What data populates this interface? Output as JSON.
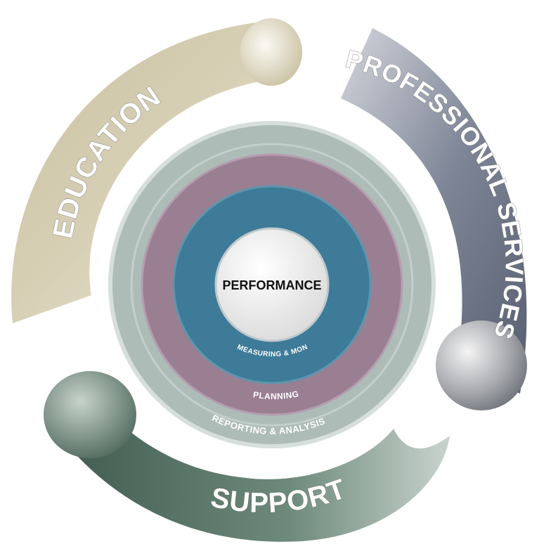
{
  "diagram": {
    "arcs": {
      "education": {
        "label": "EDUCATION",
        "color": "#cdc4a6"
      },
      "professional_services": {
        "label": "PROFESSIONAL SERVICES",
        "color": "#6f7788"
      },
      "support": {
        "label": "SUPPORT",
        "color": "#4f6b5c"
      }
    },
    "rings": {
      "outer": {
        "label": "REPORTING & ANALYSIS",
        "color": "#a8b8b4"
      },
      "middle": {
        "label": "PLANNING",
        "color": "#9a7f93"
      },
      "inner": {
        "label": "MEASURING & MONITORING",
        "color": "#3f7d99"
      }
    },
    "center": {
      "label": "PERFORMANCE",
      "color": "#e7e7e7"
    }
  }
}
